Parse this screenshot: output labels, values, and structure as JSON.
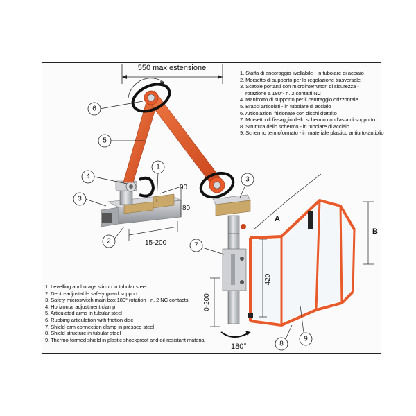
{
  "dimensions": {
    "extension": "550 max estensione",
    "width_90": "90",
    "height_80": "80",
    "range_15_200": "15-200",
    "label_A": "A",
    "label_B": "B",
    "height_420": "420",
    "range_0_200": "0-200",
    "rotation": "180°"
  },
  "callouts": [
    "1",
    "2",
    "3",
    "4",
    "5",
    "6",
    "7",
    "8",
    "9",
    "3"
  ],
  "legend_it": [
    "1. Staffa di ancoraggio livellabile - in tubolare di acciaio",
    "2. Morsetto di supporto per la regolazione trasversale",
    "3. Scatole portanti con microinterruttori di sicurezza -",
    "    rotazione a 180°- n. 2 contatti NC",
    "4. Manicotto di supporto per il centraggio orizzontale",
    "5. Bracci articolati - in tubolare di acciaio",
    "6. Articolazioni frizionate con dischi d'attrito",
    "7. Morsetto di fissaggio dello schermo con l'asta di supporto",
    "8. Struttura dello schermo - in tubolare di acciaio",
    "9. Schermo termoformato - in materiale plastico antiurto-antiolio"
  ],
  "legend_en": [
    "1. Levelling anchorage stirrup in tubular steel",
    "2. Depth-adjustable safety guard support",
    "3. Safety microswitch main box 180° rotation - n. 2 NC contacts",
    "4. Horizontal adjustment clamp",
    "5. Articulated arms in tubular steel",
    "6. Rubbing articulation with friction disc",
    "7. Shield-arm connection clamp in pressed steel",
    "8. Shield structure in tubular steel",
    "9. Thermo-formed shield in plastic shockproof and oil-resistant material"
  ],
  "colors": {
    "arm_orange": "#e85a2a",
    "steel": "#b9bcc0",
    "brass": "#c9a86a",
    "frame_border": "#222222"
  }
}
